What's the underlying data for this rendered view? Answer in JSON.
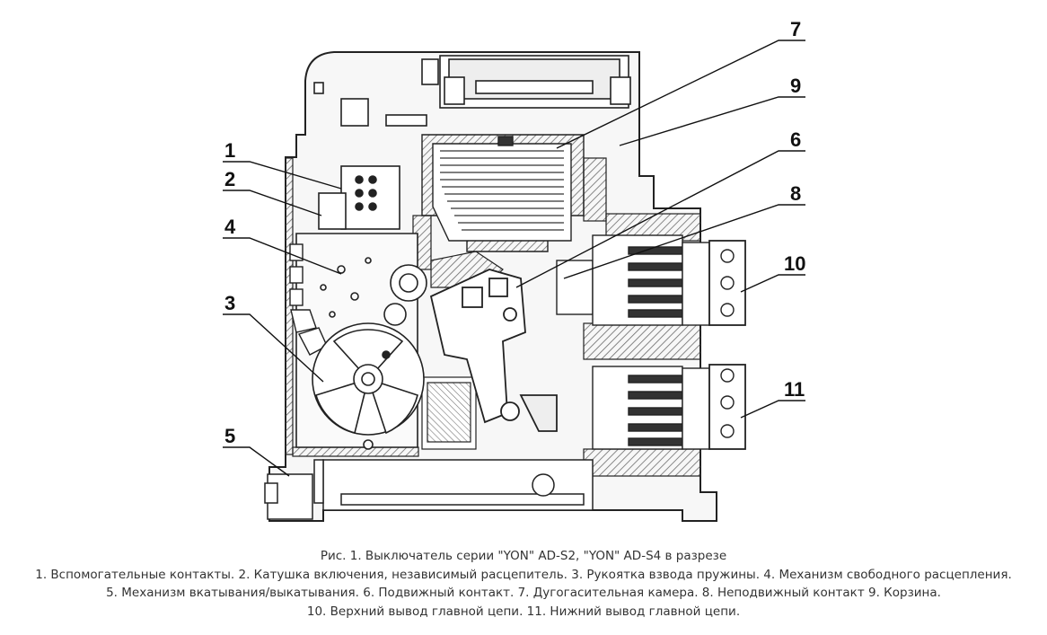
{
  "callouts": [
    {
      "number": "1"
    },
    {
      "number": "2"
    },
    {
      "number": "4"
    },
    {
      "number": "3"
    },
    {
      "number": "5"
    },
    {
      "number": "7"
    },
    {
      "number": "9"
    },
    {
      "number": "6"
    },
    {
      "number": "8"
    },
    {
      "number": "10"
    },
    {
      "number": "11"
    }
  ],
  "caption": {
    "title": "Рис. 1. Выключатель серии \"YON\" AD-S2, \"YON\" AD-S4 в разрезе",
    "lines": [
      "1. Вспомогательные контакты. 2. Катушка включения, независимый расцепитель. 3. Рукоятка взвода пружины. 4. Механизм свободного расцепления.",
      "5. Механизм вкатывания/выкатывания. 6. Подвижный контакт. 7. Дугогасительная камера. 8. Неподвижный контакт 9. Корзина.",
      "10. Верхний вывод главной цепи. 11. Нижний вывод главной цепи."
    ]
  },
  "colors": {
    "line": "#222222",
    "hatch": "#6b6b6b",
    "body_fill": "#f2f2f2",
    "caption_text": "#333333"
  }
}
